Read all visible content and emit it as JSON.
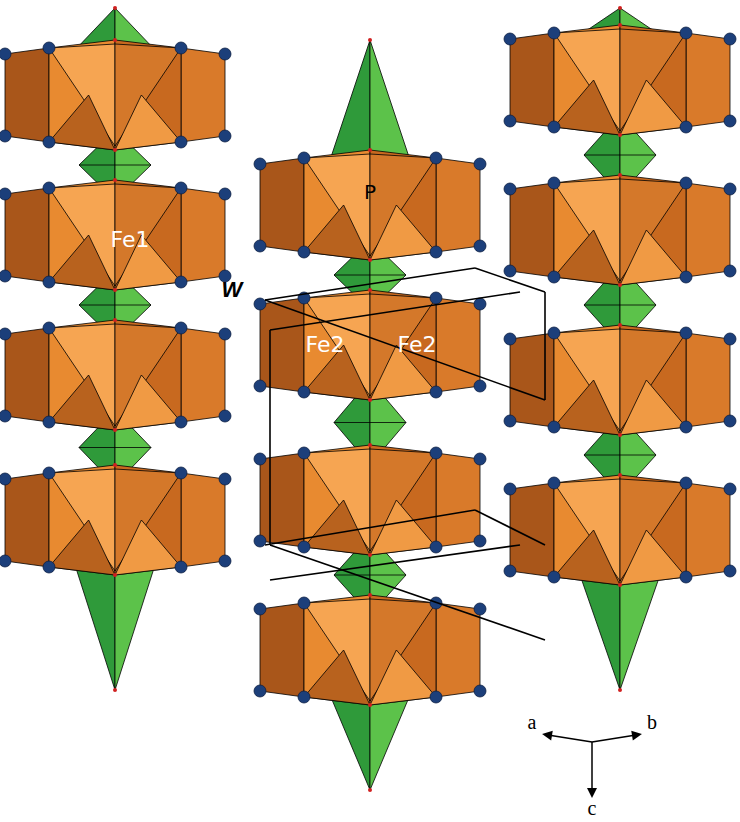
{
  "diagram": {
    "labels": [
      "Fe1",
      "W",
      "Fe2",
      "Fe2",
      "P",
      "a",
      "b",
      "c"
    ]
  }
}
